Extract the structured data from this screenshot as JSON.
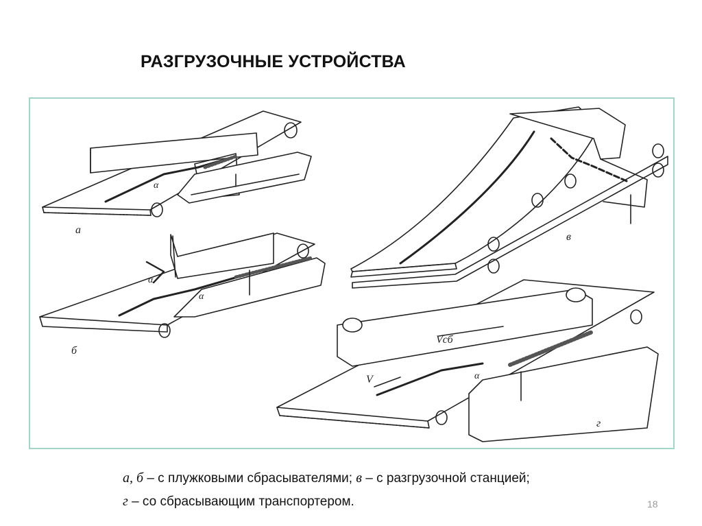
{
  "slide": {
    "title": "РАЗГРУЗОЧНЫЕ УСТРОЙСТВА",
    "page_number": "18"
  },
  "figure": {
    "panel_labels": {
      "a": "а",
      "b": "б",
      "v": "в",
      "g": "г"
    },
    "angle_label": "α",
    "velocity_label": "V",
    "discharge_velocity_label": "Vсб"
  },
  "caption": {
    "line1": {
      "l1": "а, б",
      "t1": " – с плужковыми сбрасывателями; ",
      "l2": "в",
      "t2": " – с разгрузочной станцией;"
    },
    "line2": {
      "l1": "г",
      "t1": " – со сбрасывающим транспортером."
    }
  }
}
